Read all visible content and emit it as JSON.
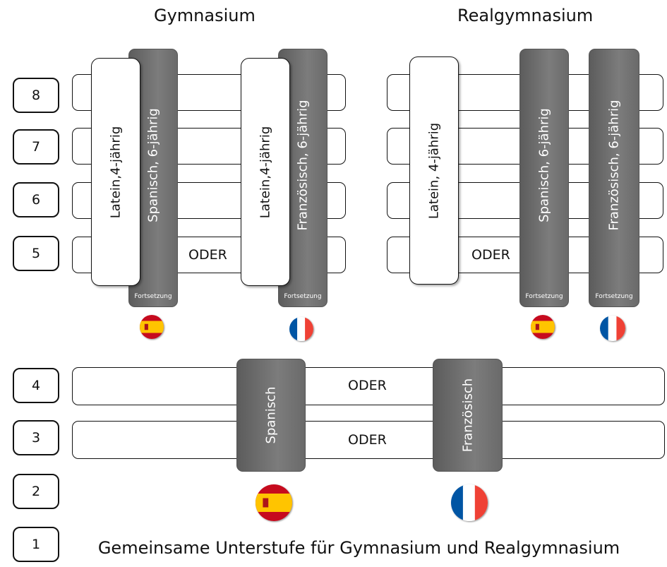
{
  "titles": {
    "gymnasium": "Gymnasium",
    "realgymnasium": "Realgymnasium"
  },
  "grades": [
    "8",
    "7",
    "6",
    "5",
    "4",
    "3",
    "2",
    "1"
  ],
  "upper": {
    "gymnasium": {
      "oder": "ODER",
      "option_a": {
        "latin": "Latein,4-jährig",
        "modern": "Spanisch, 6-jährig",
        "continuation": "Fortsetzung",
        "flag": "spain-flag-icon"
      },
      "option_b": {
        "latin": "Latein,4-jährig",
        "modern": "Französisch, 6-jährig",
        "continuation": "Fortsetzung",
        "flag": "france-flag-icon"
      }
    },
    "realgymnasium": {
      "oder": "ODER",
      "latin": "Latein, 4-jährig",
      "spanish": "Spanisch, 6-jährig",
      "french": "Französisch, 6-jährig",
      "continuation_spanish": "Fortsetzung",
      "continuation_french": "Fortsetzung"
    }
  },
  "lower": {
    "row4_oder": "ODER",
    "row3_oder": "ODER",
    "spanish": "Spanisch",
    "french": "Französisch"
  },
  "footer": "Gemeinsame Unterstufe für Gymnasium und Realgymnasium",
  "colors": {
    "grey_column": "#6a6a6a",
    "spain_red": "#c60b1e",
    "spain_yellow": "#ffc400",
    "france_blue": "#0055a4",
    "france_red": "#ef4135"
  }
}
